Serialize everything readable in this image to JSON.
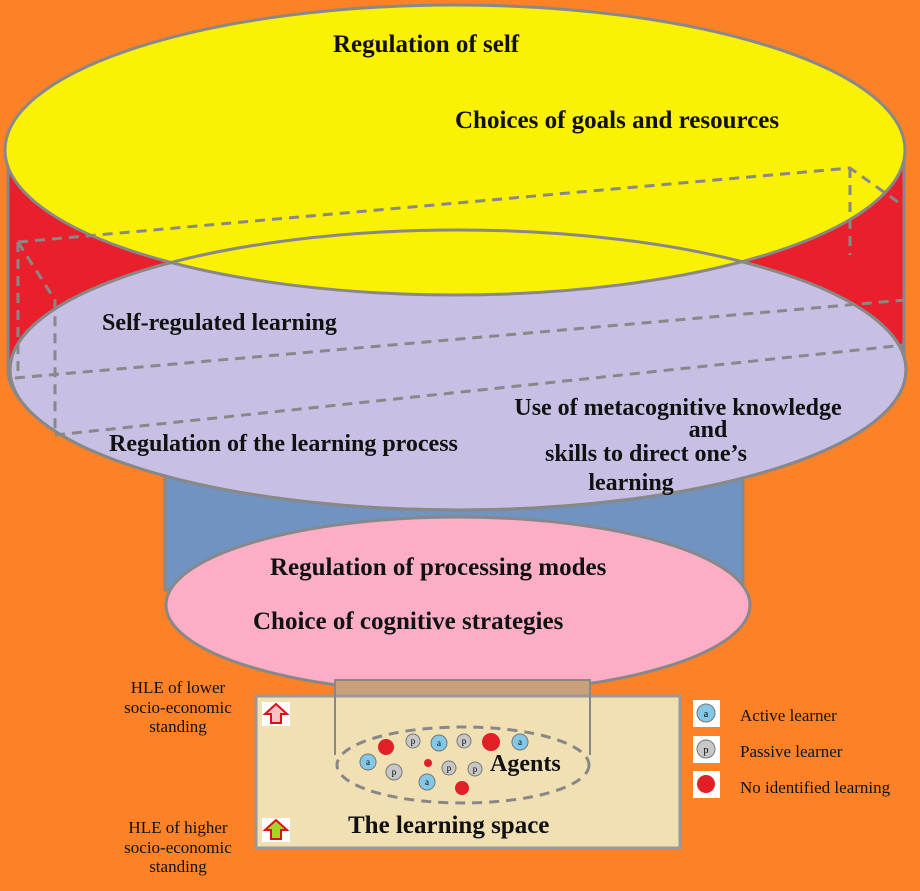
{
  "colors": {
    "background": "#fd8126",
    "top_disc": "#fbf105",
    "middle_disc": "#c7c0e4",
    "bottom_disc": "#fbaec6",
    "side_red": "#e91f2b",
    "column_blue": "#7093c2",
    "space_fill": "#f0e0b4",
    "active": "#84c8e8",
    "passive": "#c7c7c7",
    "none": "#e11f26"
  },
  "top": {
    "title": "Regulation of self",
    "subtitle": "Choices of goals and resources"
  },
  "middle": {
    "title": "Self-regulated learning",
    "process": "Regulation of the learning process",
    "meta_1": "Use of metacognitive knowledge",
    "meta_2": "and",
    "meta_3": "skills to direct one’s",
    "meta_4": "learning"
  },
  "bottom": {
    "title": "Regulation of processing modes",
    "subtitle": "Choice of cognitive strategies"
  },
  "space": {
    "title": "The learning space",
    "agents": "Agents"
  },
  "hle": {
    "lower": [
      "HLE of lower",
      "socio-economic",
      "standing"
    ],
    "higher": [
      "HLE of higher",
      "socio-economic",
      "standing"
    ]
  },
  "legend": [
    {
      "label": "Active learner",
      "glyph": "a",
      "type": "active"
    },
    {
      "label": "Passive learner",
      "glyph": "p",
      "type": "passive"
    },
    {
      "label": "No identified learning",
      "glyph": "",
      "type": "none"
    }
  ]
}
